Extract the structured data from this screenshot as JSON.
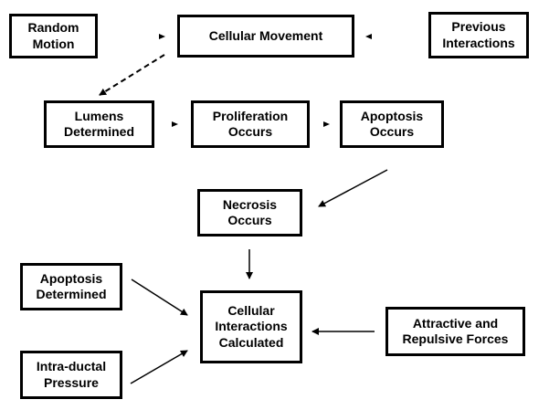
{
  "diagram": {
    "nodes": {
      "random_motion": "Random\nMotion",
      "cellular_movement": "Cellular Movement",
      "previous_interactions": "Previous\nInteractions",
      "lumens_determined": "Lumens\nDetermined",
      "proliferation_occurs": "Proliferation\nOccurs",
      "apoptosis_occurs": "Apoptosis\nOccurs",
      "necrosis_occurs": "Necrosis\nOccurs",
      "apoptosis_determined": "Apoptosis\nDetermined",
      "cellular_interactions_calculated": "Cellular\nInteractions\nCalculated",
      "attractive_repulsive_forces": "Attractive and\nRepulsive Forces",
      "intraductal_pressure": "Intra-ductal\nPressure"
    },
    "edges": [
      {
        "from": "random_motion",
        "to": "cellular_movement",
        "style": "dot"
      },
      {
        "from": "previous_interactions",
        "to": "cellular_movement",
        "style": "dot"
      },
      {
        "from": "cellular_movement",
        "to": "lumens_determined",
        "style": "dashed"
      },
      {
        "from": "lumens_determined",
        "to": "proliferation_occurs",
        "style": "dot"
      },
      {
        "from": "proliferation_occurs",
        "to": "apoptosis_occurs",
        "style": "dot"
      },
      {
        "from": "apoptosis_occurs",
        "to": "necrosis_occurs",
        "style": "solid"
      },
      {
        "from": "necrosis_occurs",
        "to": "cellular_interactions_calculated",
        "style": "solid"
      },
      {
        "from": "apoptosis_determined",
        "to": "cellular_interactions_calculated",
        "style": "solid"
      },
      {
        "from": "attractive_repulsive_forces",
        "to": "cellular_interactions_calculated",
        "style": "solid"
      },
      {
        "from": "intraductal_pressure",
        "to": "cellular_interactions_calculated",
        "style": "solid"
      }
    ],
    "colors": {
      "line": "#000000",
      "border": "#000000",
      "background": "#ffffff"
    }
  }
}
